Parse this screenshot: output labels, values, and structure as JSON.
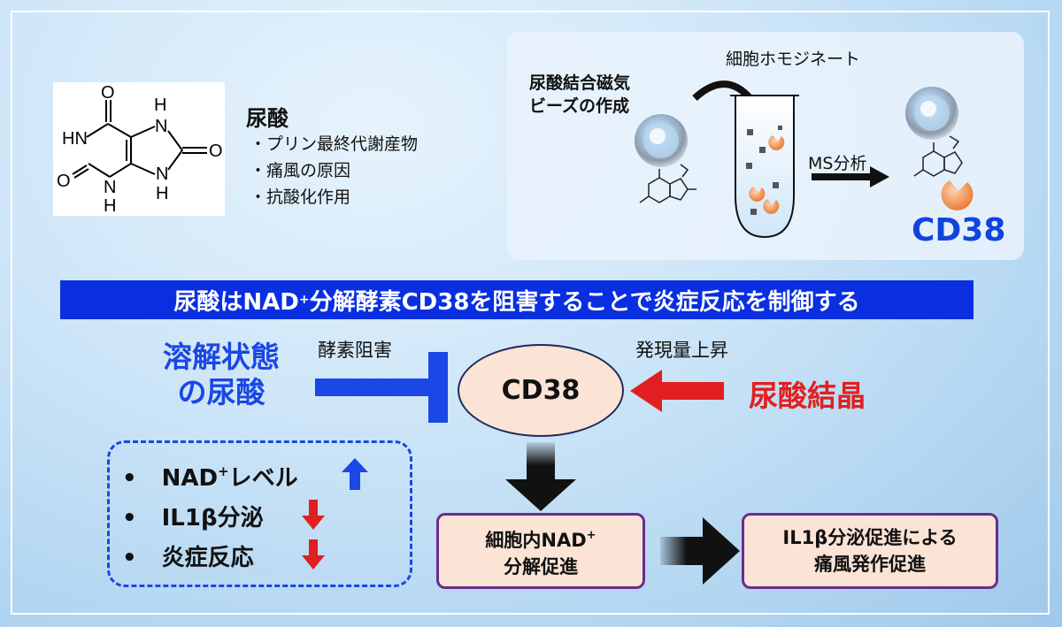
{
  "molecule": {
    "atoms": {
      "o_top": "O",
      "h_top": "H",
      "hn": "HN",
      "n_right_top": "N",
      "o_right": "O",
      "o_left": "O",
      "n_left": "N",
      "n_right_bottom": "N",
      "h_bottom_left": "H",
      "h_bottom_right": "H"
    },
    "title": "尿酸",
    "bullets": [
      "・プリン最終代謝産物",
      "・痛風の原因",
      "・抗酸化作用"
    ]
  },
  "panel": {
    "homogenate_label": "細胞ホモジネート",
    "beads_label_line1": "尿酸結合磁気",
    "beads_label_line2": "ビーズの作成",
    "ms_label": "MS分析",
    "result": "CD38"
  },
  "banner": {
    "pre": "尿酸はNAD",
    "sup": "+",
    "post": "分解酵素CD38を阻害することで炎症反応を制御する"
  },
  "flow": {
    "soluble_line1": "溶解状態",
    "soluble_line2": "の尿酸",
    "inhibit_label": "酵素阻害",
    "center": "CD38",
    "upregulate_label": "発現量上昇",
    "crystal": "尿酸結晶"
  },
  "effects": [
    {
      "bullet": "•",
      "pre": "NAD",
      "sup": "+",
      "post": "レベル",
      "direction": "up"
    },
    {
      "bullet": "•",
      "pre": "IL1β分泌",
      "sup": "",
      "post": "",
      "direction": "down"
    },
    {
      "bullet": "•",
      "pre": "炎症反応",
      "sup": "",
      "post": "",
      "direction": "down"
    }
  ],
  "outcome1": {
    "line1_pre": "細胞内NAD",
    "line1_sup": "+",
    "line2": "分解促進"
  },
  "outcome2": {
    "line1": "IL1β分泌促進による",
    "line2": "痛風発作促進"
  },
  "colors": {
    "banner": "#0a2fe0",
    "blue_text": "#1a47e6",
    "red": "#e02020",
    "box_fill": "#fbe3d6",
    "box_border": "#6a2c8c"
  }
}
